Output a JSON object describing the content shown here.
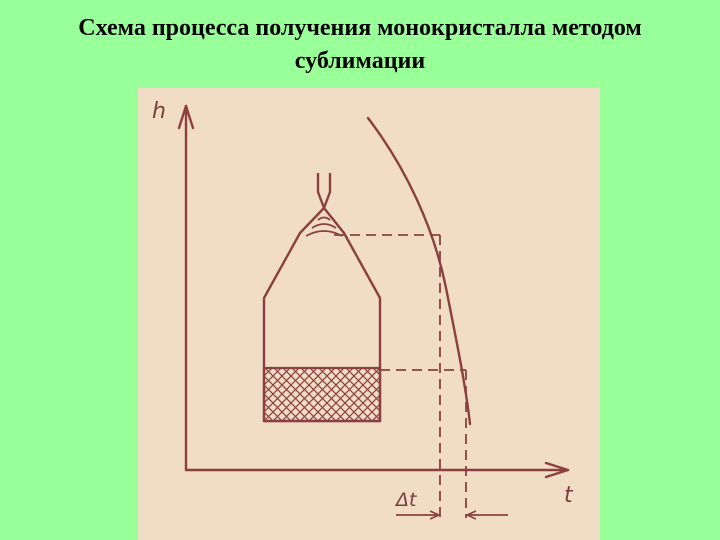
{
  "slide": {
    "title_line1": "Схема процесса получения монокристалла методом",
    "title_line2": "сублимации"
  },
  "diagram": {
    "y_axis_label": "h",
    "x_axis_label": "t",
    "interval_label": "Δt",
    "colors": {
      "background": "#99ff99",
      "paper": "#f1dcc5",
      "ink": "#8a4040"
    }
  }
}
